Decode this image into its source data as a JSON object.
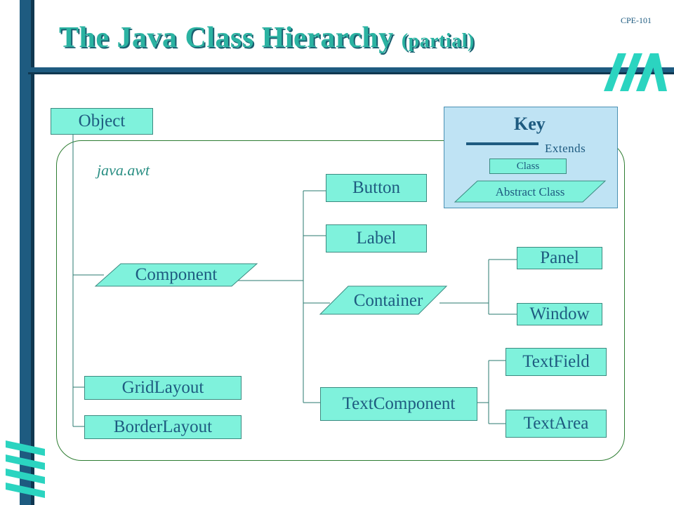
{
  "slide": {
    "title": "The Java Class Hierarchy",
    "title_suffix": "(partial)",
    "course_code": "CPE-101"
  },
  "package_label": "java.awt",
  "key": {
    "title": "Key",
    "extends_label": "Extends",
    "class_label": "Class",
    "abstract_label": "Abstract Class"
  },
  "classes": {
    "object": "Object",
    "component": "Component",
    "button": "Button",
    "label": "Label",
    "container": "Container",
    "panel": "Panel",
    "window": "Window",
    "text_component": "TextComponent",
    "text_field": "TextField",
    "text_area": "TextArea",
    "grid_layout": "GridLayout",
    "border_layout": "BorderLayout"
  },
  "colors": {
    "frame": "#1e5b80",
    "class_fill": "#7ff2dc",
    "key_fill": "#bfe3f4",
    "title": "#2bb3a2",
    "package_border": "#2e7d32"
  }
}
